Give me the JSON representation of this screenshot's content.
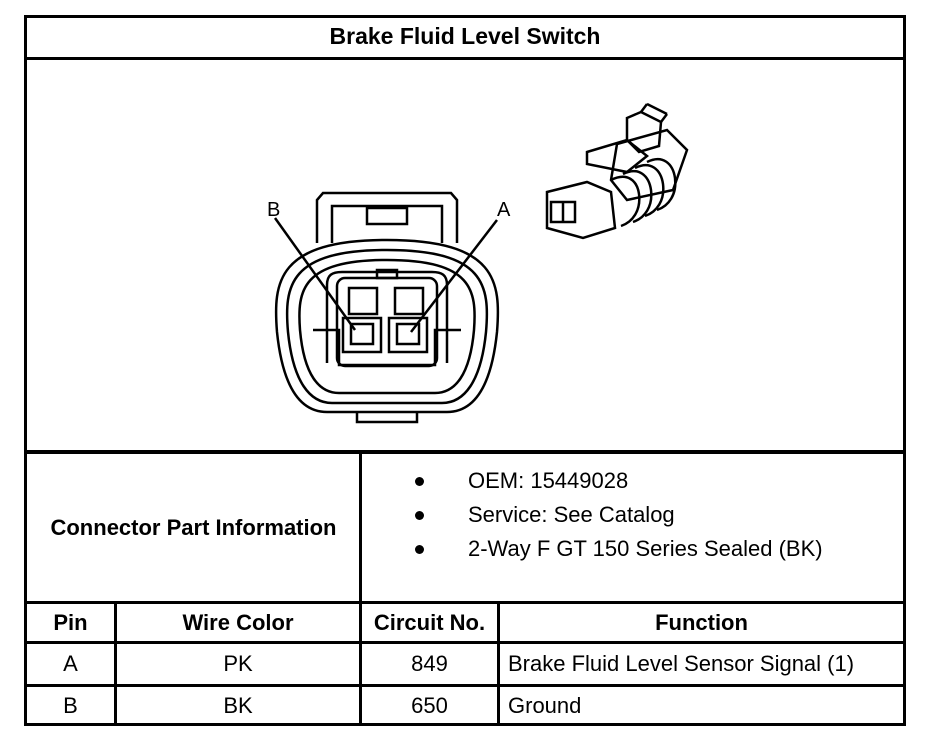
{
  "title": "Brake Fluid Level Switch",
  "diagram": {
    "pin_label_b": "B",
    "pin_label_a": "A"
  },
  "connector_info": {
    "label": "Connector Part Information",
    "items": [
      "OEM: 15449028",
      "Service: See Catalog",
      "2-Way F GT 150 Series Sealed (BK)"
    ]
  },
  "table": {
    "headers": [
      "Pin",
      "Wire Color",
      "Circuit No.",
      "Function"
    ],
    "rows": [
      [
        "A",
        "PK",
        "849",
        "Brake Fluid Level Sensor Signal (1)"
      ],
      [
        "B",
        "BK",
        "650",
        "Ground"
      ]
    ]
  }
}
